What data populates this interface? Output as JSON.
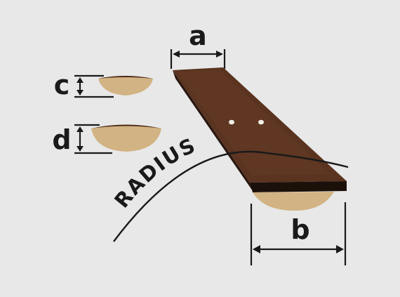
{
  "labels": {
    "a": "a",
    "b": "b",
    "c": "c",
    "d": "d",
    "radius": "RADIUS"
  },
  "colors": {
    "background": "#e8e8e8",
    "plank_top": "#5a3420",
    "plank_edge": "#2b1810",
    "plank_end": "#1c100a",
    "cross_section": "#d2b383",
    "cross_section_top": "#4a2a18",
    "lines": "#1a1a1a",
    "holes": "#f5f0e6"
  }
}
